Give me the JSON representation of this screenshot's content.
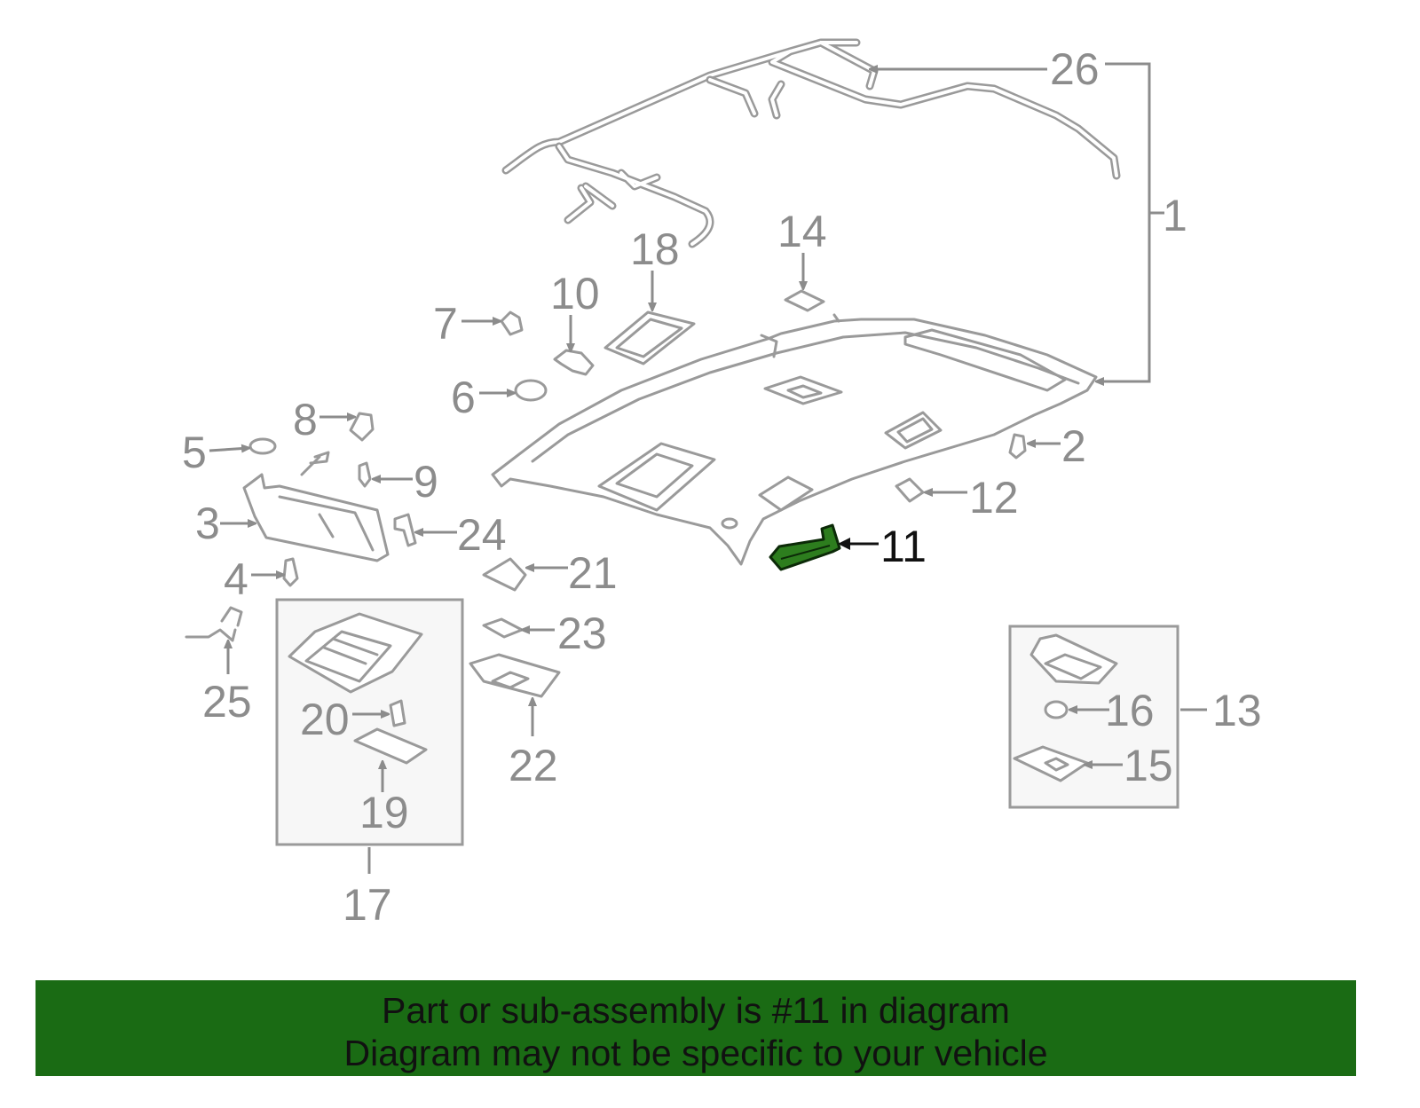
{
  "highlight_color": "#2d7d1e",
  "banner_color": "#1a6b14",
  "callouts": {
    "c1": "1",
    "c2": "2",
    "c3": "3",
    "c4": "4",
    "c5": "5",
    "c6": "6",
    "c7": "7",
    "c8": "8",
    "c9": "9",
    "c10": "10",
    "c11": "11",
    "c12": "12",
    "c13": "13",
    "c14": "14",
    "c15": "15",
    "c16": "16",
    "c17": "17",
    "c18": "18",
    "c19": "19",
    "c20": "20",
    "c21": "21",
    "c22": "22",
    "c23": "23",
    "c24": "24",
    "c25": "25",
    "c26": "26"
  },
  "banner": {
    "line1": "Part or sub-assembly is #11 in diagram",
    "line2": "Diagram may not be specific to your vehicle"
  }
}
